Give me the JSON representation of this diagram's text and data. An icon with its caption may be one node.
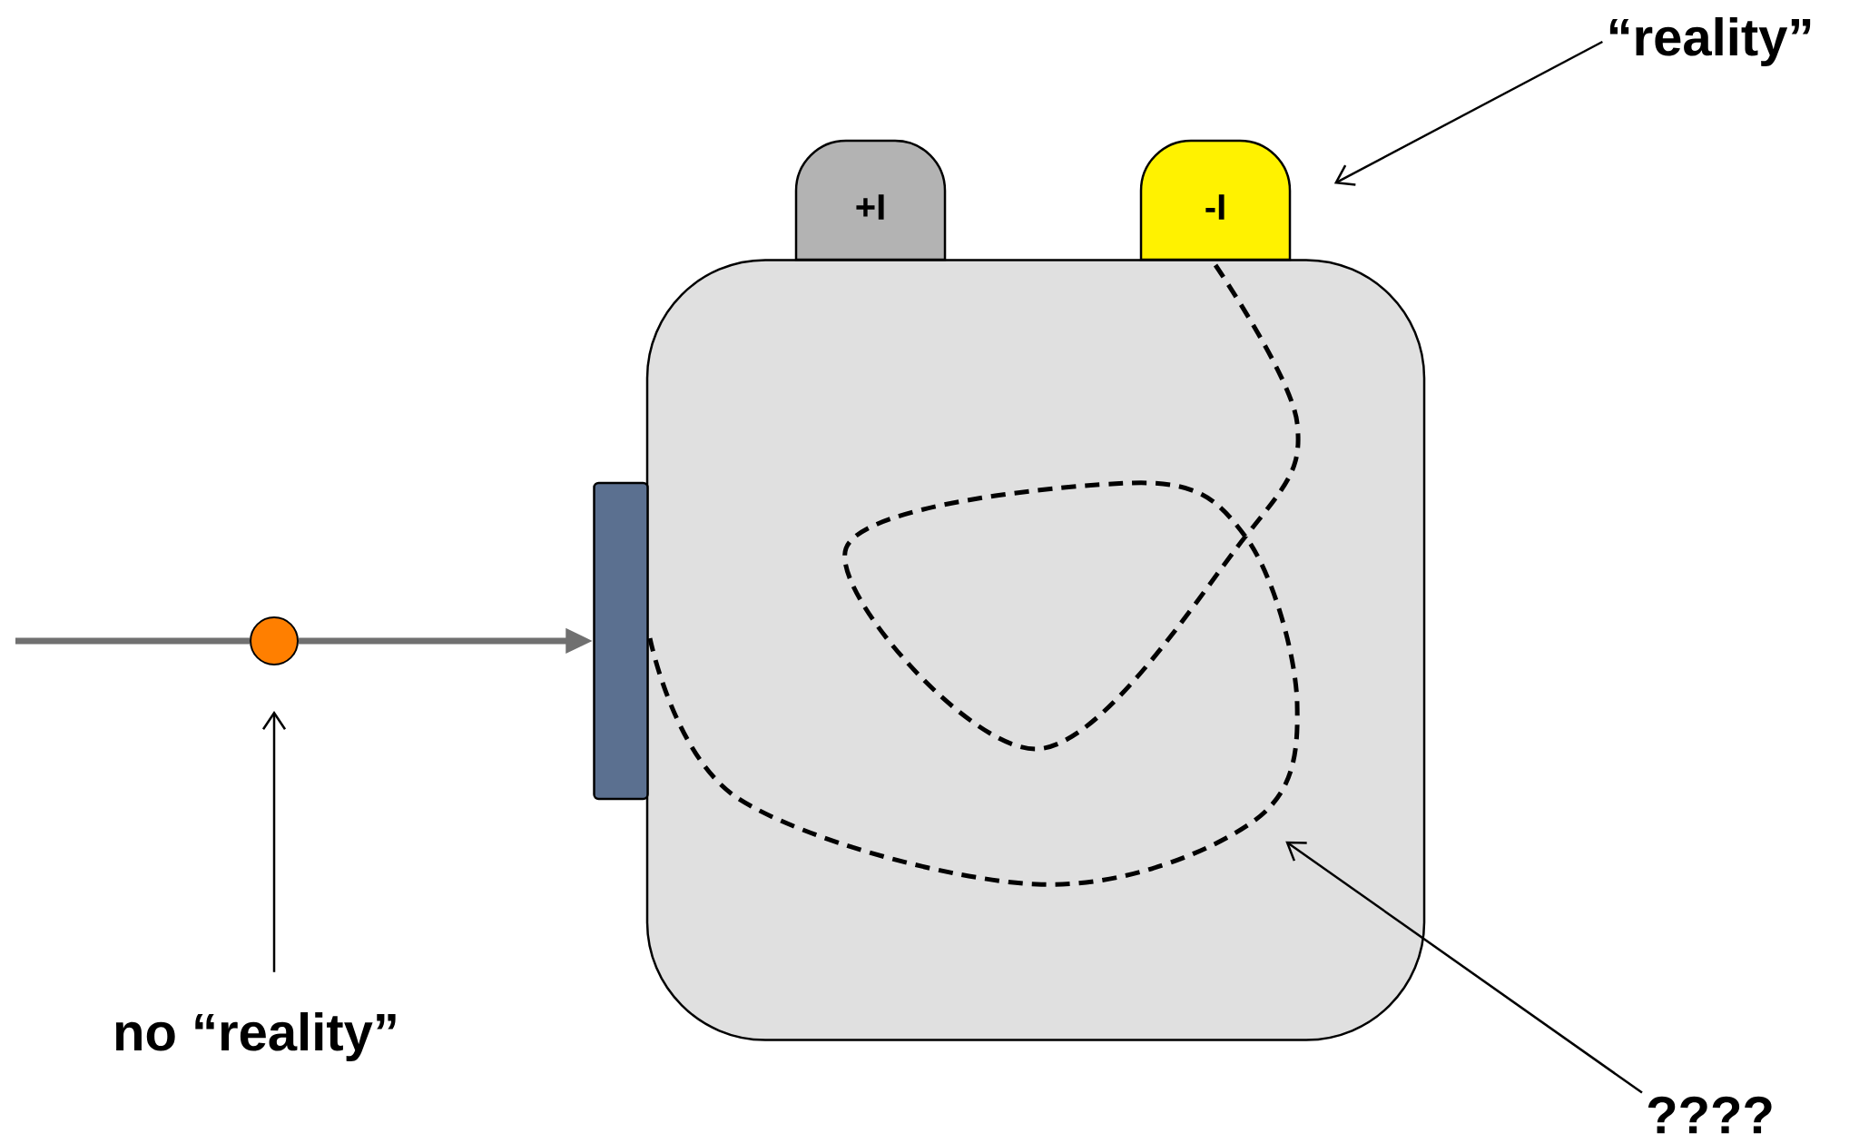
{
  "diagram": {
    "nodes": [
      {
        "text": [],
        "shape": "box"
      },
      {
        "text": [
          "+I"
        ]
      },
      {
        "text": [
          "-I"
        ]
      },
      {
        "text": [],
        "shape": "bar"
      },
      {
        "text": [],
        "shape": "circle"
      },
      {
        "text": [
          "no “reality”"
        ]
      },
      {
        "text": [
          "“reality”"
        ]
      },
      {
        "text": [
          "????"
        ]
      },
      {
        "text": [],
        "shape": "curve",
        "in": 0
      }
    ],
    "edges": [
      {
        "from": null,
        "to": 4,
        "arrow": "none",
        "style": "thick",
        "color": "#707070"
      },
      {
        "from": 4,
        "to": 3,
        "arrow": "to",
        "style": "thick",
        "color": "#707070"
      },
      {
        "from": 5,
        "to": 4,
        "arrow": "to"
      },
      {
        "from": 6,
        "to": 2,
        "arrow": "to"
      },
      {
        "from": 7,
        "to": 8,
        "arrow": "to"
      }
    ]
  }
}
